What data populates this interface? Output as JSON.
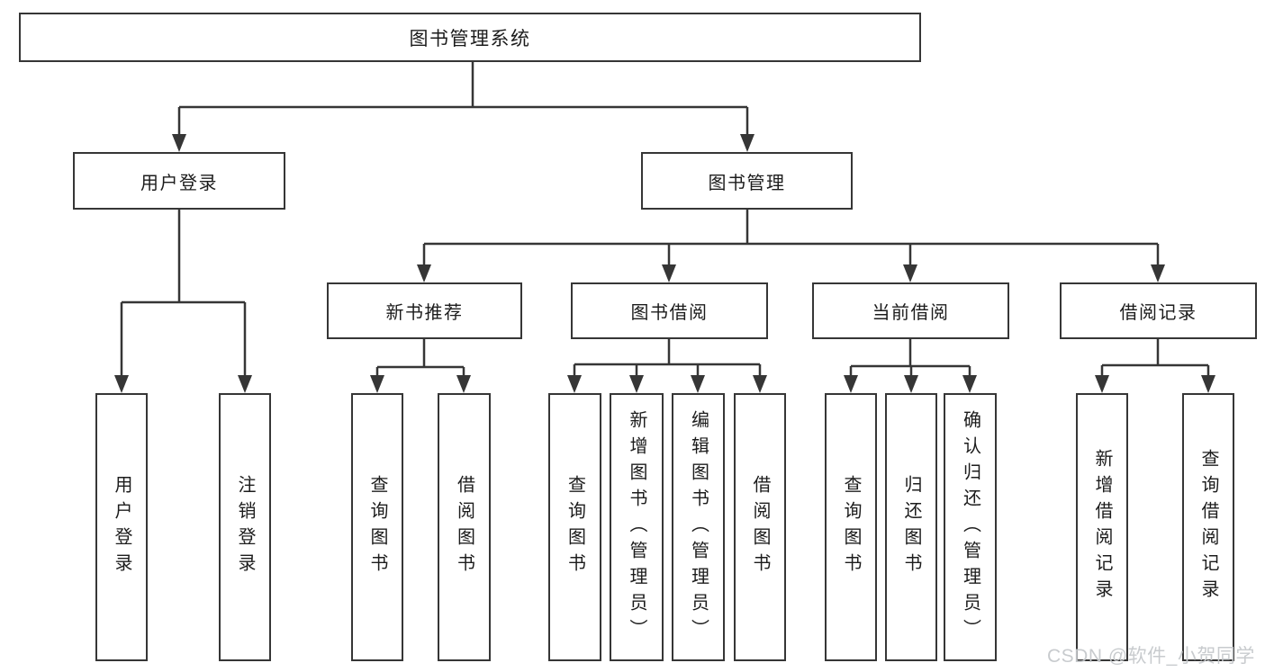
{
  "diagram": {
    "title": "图书管理系统",
    "type": "hierarchy-tree",
    "colors": {
      "background": "#ffffff",
      "box_fill": "#ffffff",
      "line": "#363636",
      "text": "#1c1c1c",
      "watermark": "#c6c9cc"
    },
    "watermark": "CSDN @软件_小贺同学",
    "nodes": {
      "root": {
        "label": "图书管理系统"
      },
      "user_login": {
        "label": "用户登录"
      },
      "book_mgmt": {
        "label": "图书管理"
      },
      "new_book_rec": {
        "label": "新书推荐"
      },
      "book_borrow": {
        "label": "图书借阅"
      },
      "current_borrow": {
        "label": "当前借阅"
      },
      "borrow_records": {
        "label": "借阅记录"
      },
      "leaf_user_login": {
        "label": "用户登录"
      },
      "leaf_logout": {
        "label": "注销登录"
      },
      "leaf_query_book_1": {
        "label": "查询图书"
      },
      "leaf_borrow_book_1": {
        "label": "借阅图书"
      },
      "leaf_query_book_2": {
        "label": "查询图书"
      },
      "leaf_add_book": {
        "label": "新增图书（管理员）"
      },
      "leaf_edit_book": {
        "label": "编辑图书（管理员）"
      },
      "leaf_borrow_book_2": {
        "label": "借阅图书"
      },
      "leaf_query_book_3": {
        "label": "查询图书"
      },
      "leaf_return_book": {
        "label": "归还图书"
      },
      "leaf_confirm_return": {
        "label": "确认归还（管理员）"
      },
      "leaf_add_borrow_record": {
        "label": "新增借阅记录"
      },
      "leaf_query_borrow_record": {
        "label": "查询借阅记录"
      }
    },
    "edges": [
      [
        "root",
        "user_login"
      ],
      [
        "root",
        "book_mgmt"
      ],
      [
        "user_login",
        "leaf_user_login"
      ],
      [
        "user_login",
        "leaf_logout"
      ],
      [
        "book_mgmt",
        "new_book_rec"
      ],
      [
        "book_mgmt",
        "book_borrow"
      ],
      [
        "book_mgmt",
        "current_borrow"
      ],
      [
        "book_mgmt",
        "borrow_records"
      ],
      [
        "new_book_rec",
        "leaf_query_book_1"
      ],
      [
        "new_book_rec",
        "leaf_borrow_book_1"
      ],
      [
        "book_borrow",
        "leaf_query_book_2"
      ],
      [
        "book_borrow",
        "leaf_add_book"
      ],
      [
        "book_borrow",
        "leaf_edit_book"
      ],
      [
        "book_borrow",
        "leaf_borrow_book_2"
      ],
      [
        "current_borrow",
        "leaf_query_book_3"
      ],
      [
        "current_borrow",
        "leaf_return_book"
      ],
      [
        "current_borrow",
        "leaf_confirm_return"
      ],
      [
        "borrow_records",
        "leaf_add_borrow_record"
      ],
      [
        "borrow_records",
        "leaf_query_borrow_record"
      ]
    ]
  }
}
